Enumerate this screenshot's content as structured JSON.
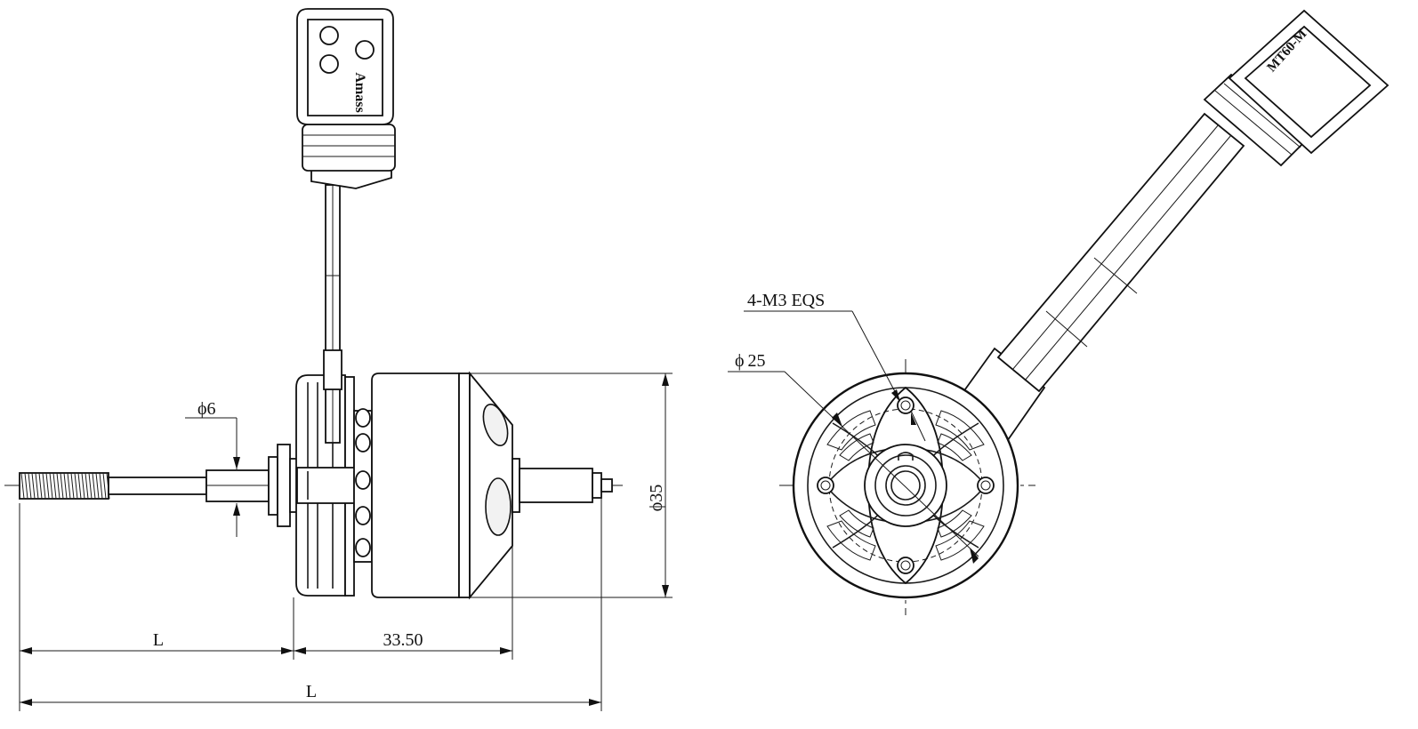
{
  "dimensions": {
    "shaft_diameter": "6",
    "body_diameter": "35",
    "length_label_upper": "L",
    "body_length": "33.50",
    "length_label_total": "L",
    "mount_circle_diameter": "25",
    "mount_holes": "4-M3 EQS"
  },
  "symbols": {
    "diameter": "ϕ"
  },
  "connector_marking": "MT60-M",
  "connector_brand": "Amass",
  "colors": {
    "line": "#1a1a1a",
    "background": "#ffffff"
  }
}
